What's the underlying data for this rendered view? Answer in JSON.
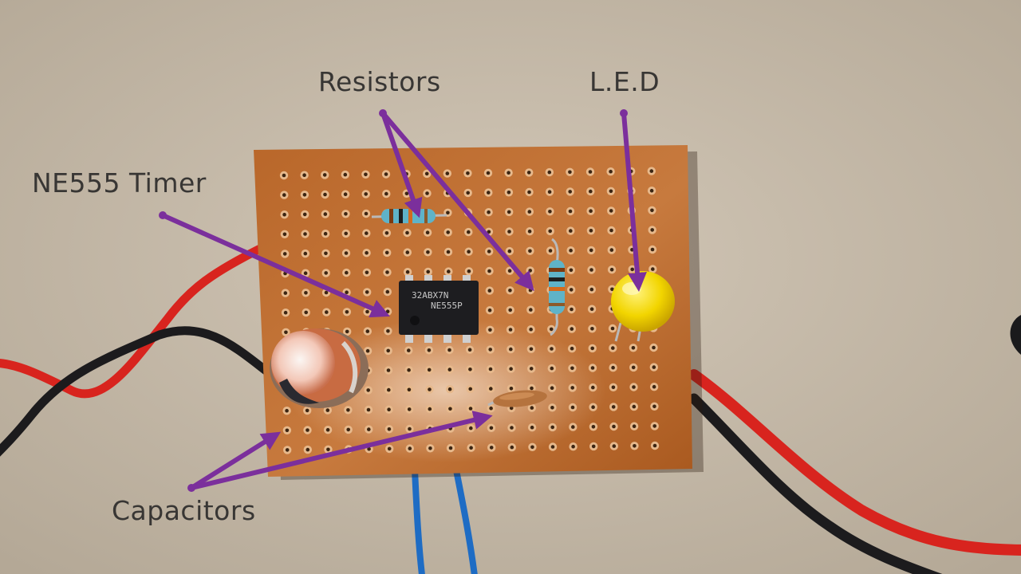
{
  "labels": {
    "resistors": "Resistors",
    "led": "L.E.D",
    "timer": "NE555 Timer",
    "capacitors": "Capacitors"
  },
  "chip": {
    "line1": "32ABX7N",
    "line2": "NE555P"
  },
  "colors": {
    "arrow": "#7b2f9c",
    "board": "#b9672a",
    "background": "#cbbfae",
    "label_text": "#383634",
    "red_wire": "#d8241e",
    "black_wire": "#1c1b1d",
    "blue_wire": "#1e6cc4",
    "led": "#f2d500"
  }
}
